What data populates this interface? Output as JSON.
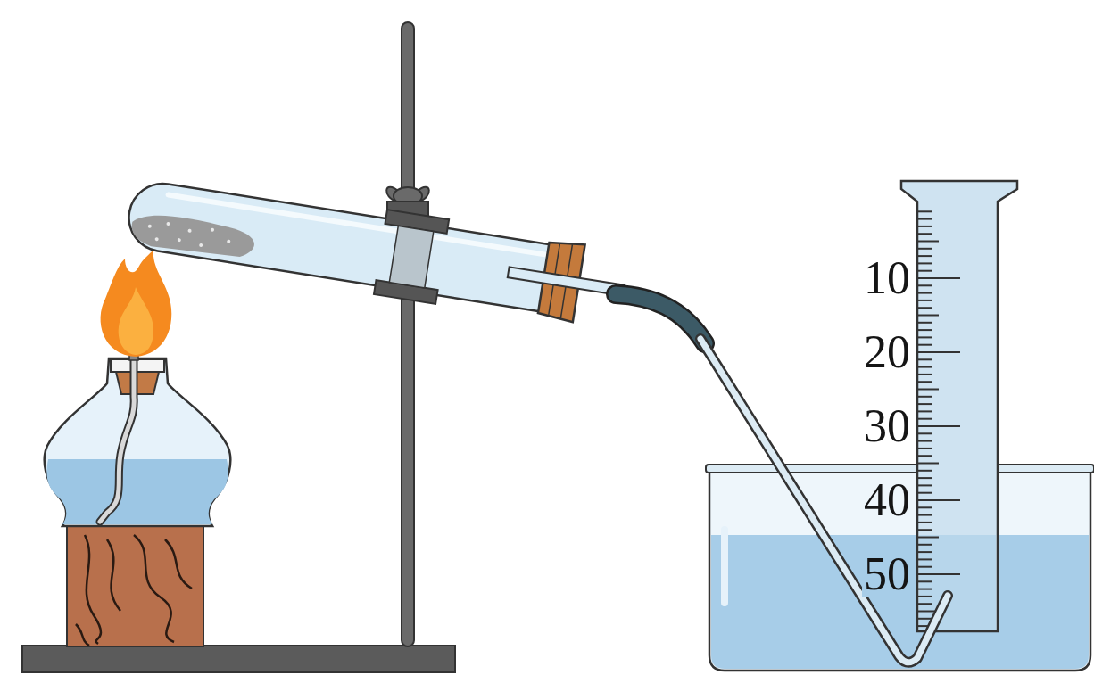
{
  "diagram": {
    "labels": [
      "10",
      "20",
      "30",
      "40",
      "50"
    ]
  }
}
